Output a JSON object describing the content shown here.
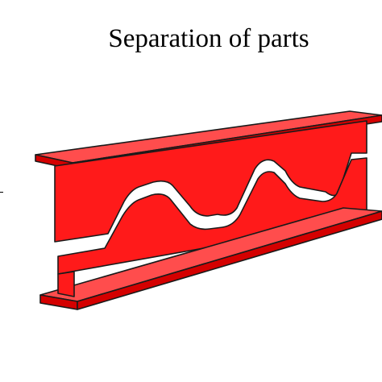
{
  "title": "Separation of parts",
  "colors": {
    "beam_fill": "#ff1a1a",
    "beam_shadow": "#d40000",
    "beam_highlight": "#ff4d4d",
    "outline": "#1a1a1a",
    "background": "#ffffff"
  },
  "parts": [
    "upper-half-beam",
    "lower-half-beam"
  ]
}
